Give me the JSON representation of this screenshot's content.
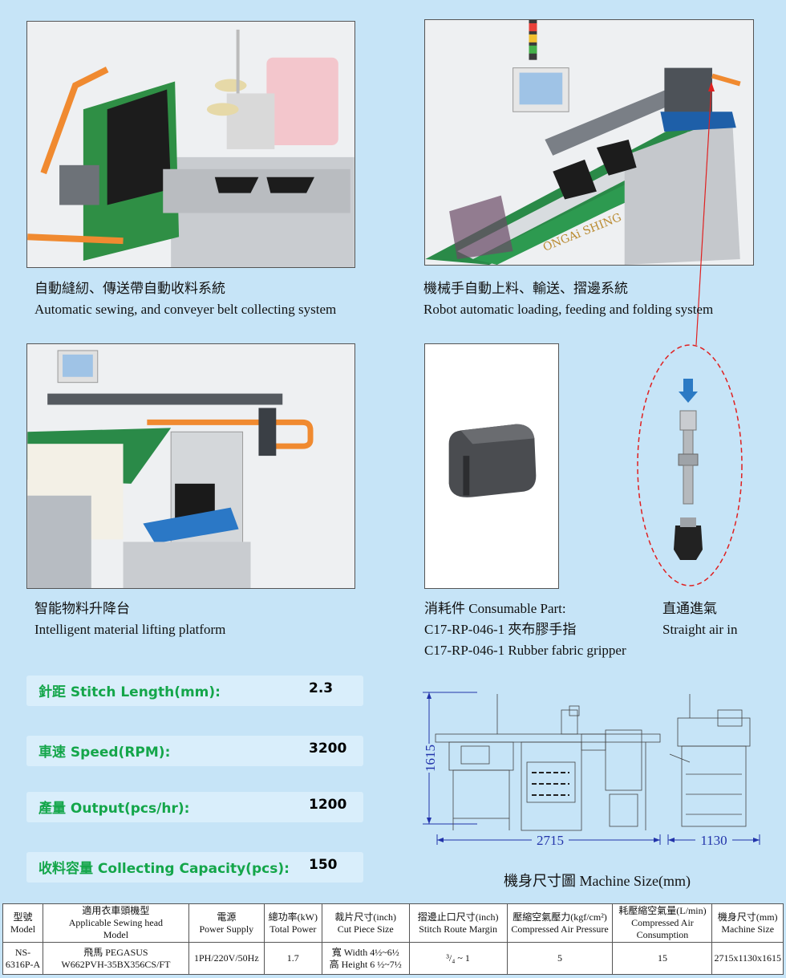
{
  "features": [
    {
      "zh": "自動縫紉、傳送帶自動收料系統",
      "en": "Automatic sewing, and conveyer belt collecting system"
    },
    {
      "zh": "機械手自動上料、輸送、摺邊系統",
      "en": "Robot automatic loading, feeding and folding system"
    },
    {
      "zh": "智能物料升降台",
      "en": "Intelligent  material lifting platform"
    }
  ],
  "consumable": {
    "line1": "消耗件 Consumable Part:",
    "line2": "C17-RP-046-1 夾布膠手指",
    "line3": "C17-RP-046-1 Rubber fabric gripper"
  },
  "air": {
    "zh": "直通進氣",
    "en": "Straight air in"
  },
  "brand_text": "ONGAi SHING",
  "specs": [
    {
      "label": "針距 Stitch Length(mm):",
      "value": "2.3"
    },
    {
      "label": "車速 Speed(RPM):",
      "value": "3200"
    },
    {
      "label": "產量 Output(pcs/hr):",
      "value": "1200"
    },
    {
      "label": "收料容量 Collecting Capacity(pcs):",
      "value": "150"
    }
  ],
  "machine_size": {
    "caption": "機身尺寸圖 Machine Size(mm)",
    "height": "1615",
    "length": "2715",
    "width": "1130"
  },
  "table": {
    "headers": [
      [
        "型號",
        "Model"
      ],
      [
        "適用衣車頭機型",
        "Applicable Sewing  head",
        "Model"
      ],
      [
        "電源",
        "Power Supply"
      ],
      [
        "總功率(kW)",
        "Total Power"
      ],
      [
        "裁片尺寸(inch)",
        "Cut Piece Size"
      ],
      [
        "摺邊止口尺寸(inch)",
        "Stitch Route Margin"
      ],
      [
        "壓縮空氣壓力(kgf/cm²)",
        "Compressed Air Pressure"
      ],
      [
        "耗壓縮空氣量(L/min)",
        "Compressed Air",
        "Consumption"
      ],
      [
        "機身尺寸(mm)",
        "Machine Size"
      ]
    ],
    "row": [
      [
        "NS-6316P-A"
      ],
      [
        "飛馬 PEGASUS",
        "W662PVH-35BX356CS/FT"
      ],
      [
        "1PH/220V/50Hz"
      ],
      [
        "1.7"
      ],
      [
        "寬 Width 4½~6½",
        "高 Height 6 ½~7½"
      ],
      [
        "³/₄ ~ 1"
      ],
      [
        "5"
      ],
      [
        "15"
      ],
      [
        "2715x1130x1615"
      ]
    ]
  },
  "colors": {
    "background": "#c6e4f7",
    "spec_label": "#14a64a",
    "dimension_line": "#2233aa",
    "callout_red": "#e02020"
  }
}
